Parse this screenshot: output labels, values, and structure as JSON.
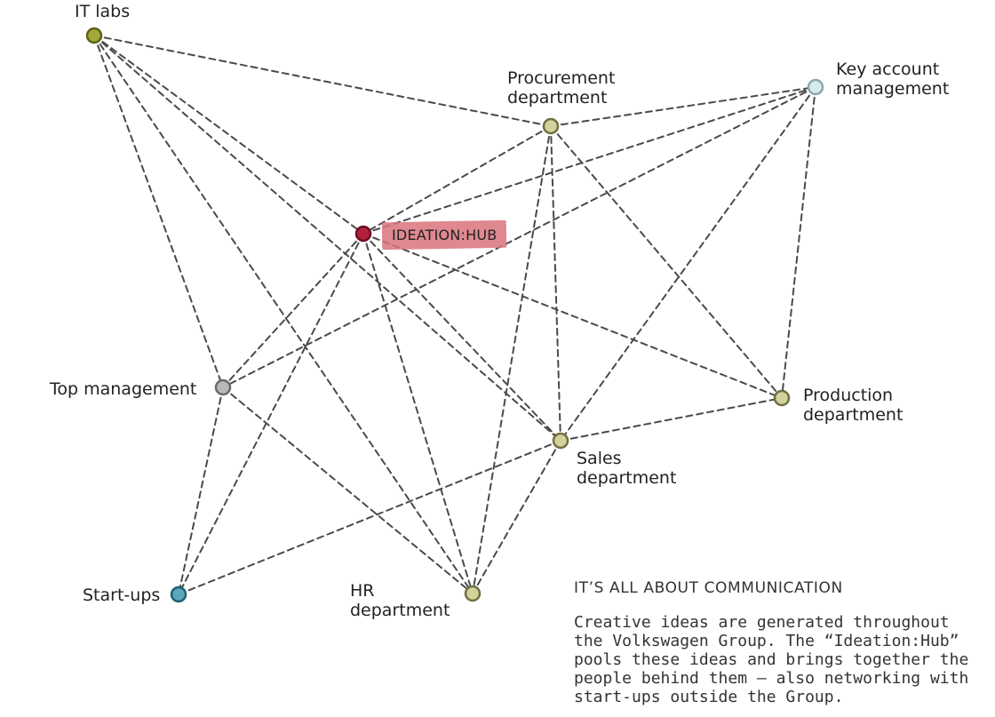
{
  "diagram": {
    "nodes": [
      {
        "id": "it-labs",
        "label": "IT labs",
        "color": "#a3a83a"
      },
      {
        "id": "procurement",
        "label": "Procurement\ndepartment",
        "color": "#d2d39c"
      },
      {
        "id": "key-account",
        "label": "Key account\nmanagement",
        "color": "#d6ebee"
      },
      {
        "id": "ideation-hub",
        "label": "IDEATION:HUB",
        "color": "#b3203b"
      },
      {
        "id": "top-management",
        "label": "Top management",
        "color": "#b8b8b8"
      },
      {
        "id": "production",
        "label": "Production\ndepartment",
        "color": "#d2d39c"
      },
      {
        "id": "sales",
        "label": "Sales\ndepartment",
        "color": "#d2d39c"
      },
      {
        "id": "start-ups",
        "label": "Start-ups",
        "color": "#5aa7bd"
      },
      {
        "id": "hr",
        "label": "HR\ndepartment",
        "color": "#d2d39c"
      }
    ],
    "edges": [
      [
        "it-labs",
        "procurement"
      ],
      [
        "it-labs",
        "ideation-hub"
      ],
      [
        "it-labs",
        "top-management"
      ],
      [
        "it-labs",
        "sales"
      ],
      [
        "it-labs",
        "hr"
      ],
      [
        "procurement",
        "key-account"
      ],
      [
        "procurement",
        "ideation-hub"
      ],
      [
        "procurement",
        "sales"
      ],
      [
        "procurement",
        "production"
      ],
      [
        "procurement",
        "hr"
      ],
      [
        "key-account",
        "ideation-hub"
      ],
      [
        "key-account",
        "top-management"
      ],
      [
        "key-account",
        "production"
      ],
      [
        "key-account",
        "sales"
      ],
      [
        "ideation-hub",
        "top-management"
      ],
      [
        "ideation-hub",
        "start-ups"
      ],
      [
        "ideation-hub",
        "hr"
      ],
      [
        "ideation-hub",
        "sales"
      ],
      [
        "ideation-hub",
        "production"
      ],
      [
        "top-management",
        "start-ups"
      ],
      [
        "top-management",
        "hr"
      ],
      [
        "sales",
        "production"
      ],
      [
        "sales",
        "start-ups"
      ],
      [
        "sales",
        "hr"
      ]
    ],
    "edge_color": "#4a4a4a",
    "hub_highlight_color": "#d9737d"
  },
  "panel": {
    "heading": "IT’S ALL ABOUT COMMUNICATION",
    "body": "Creative ideas are generated throughout\nthe Volkswagen Group. The “Ideation:Hub”\npools these ideas and brings together the\npeople behind them – also networking with\nstart-ups outside the Group."
  }
}
